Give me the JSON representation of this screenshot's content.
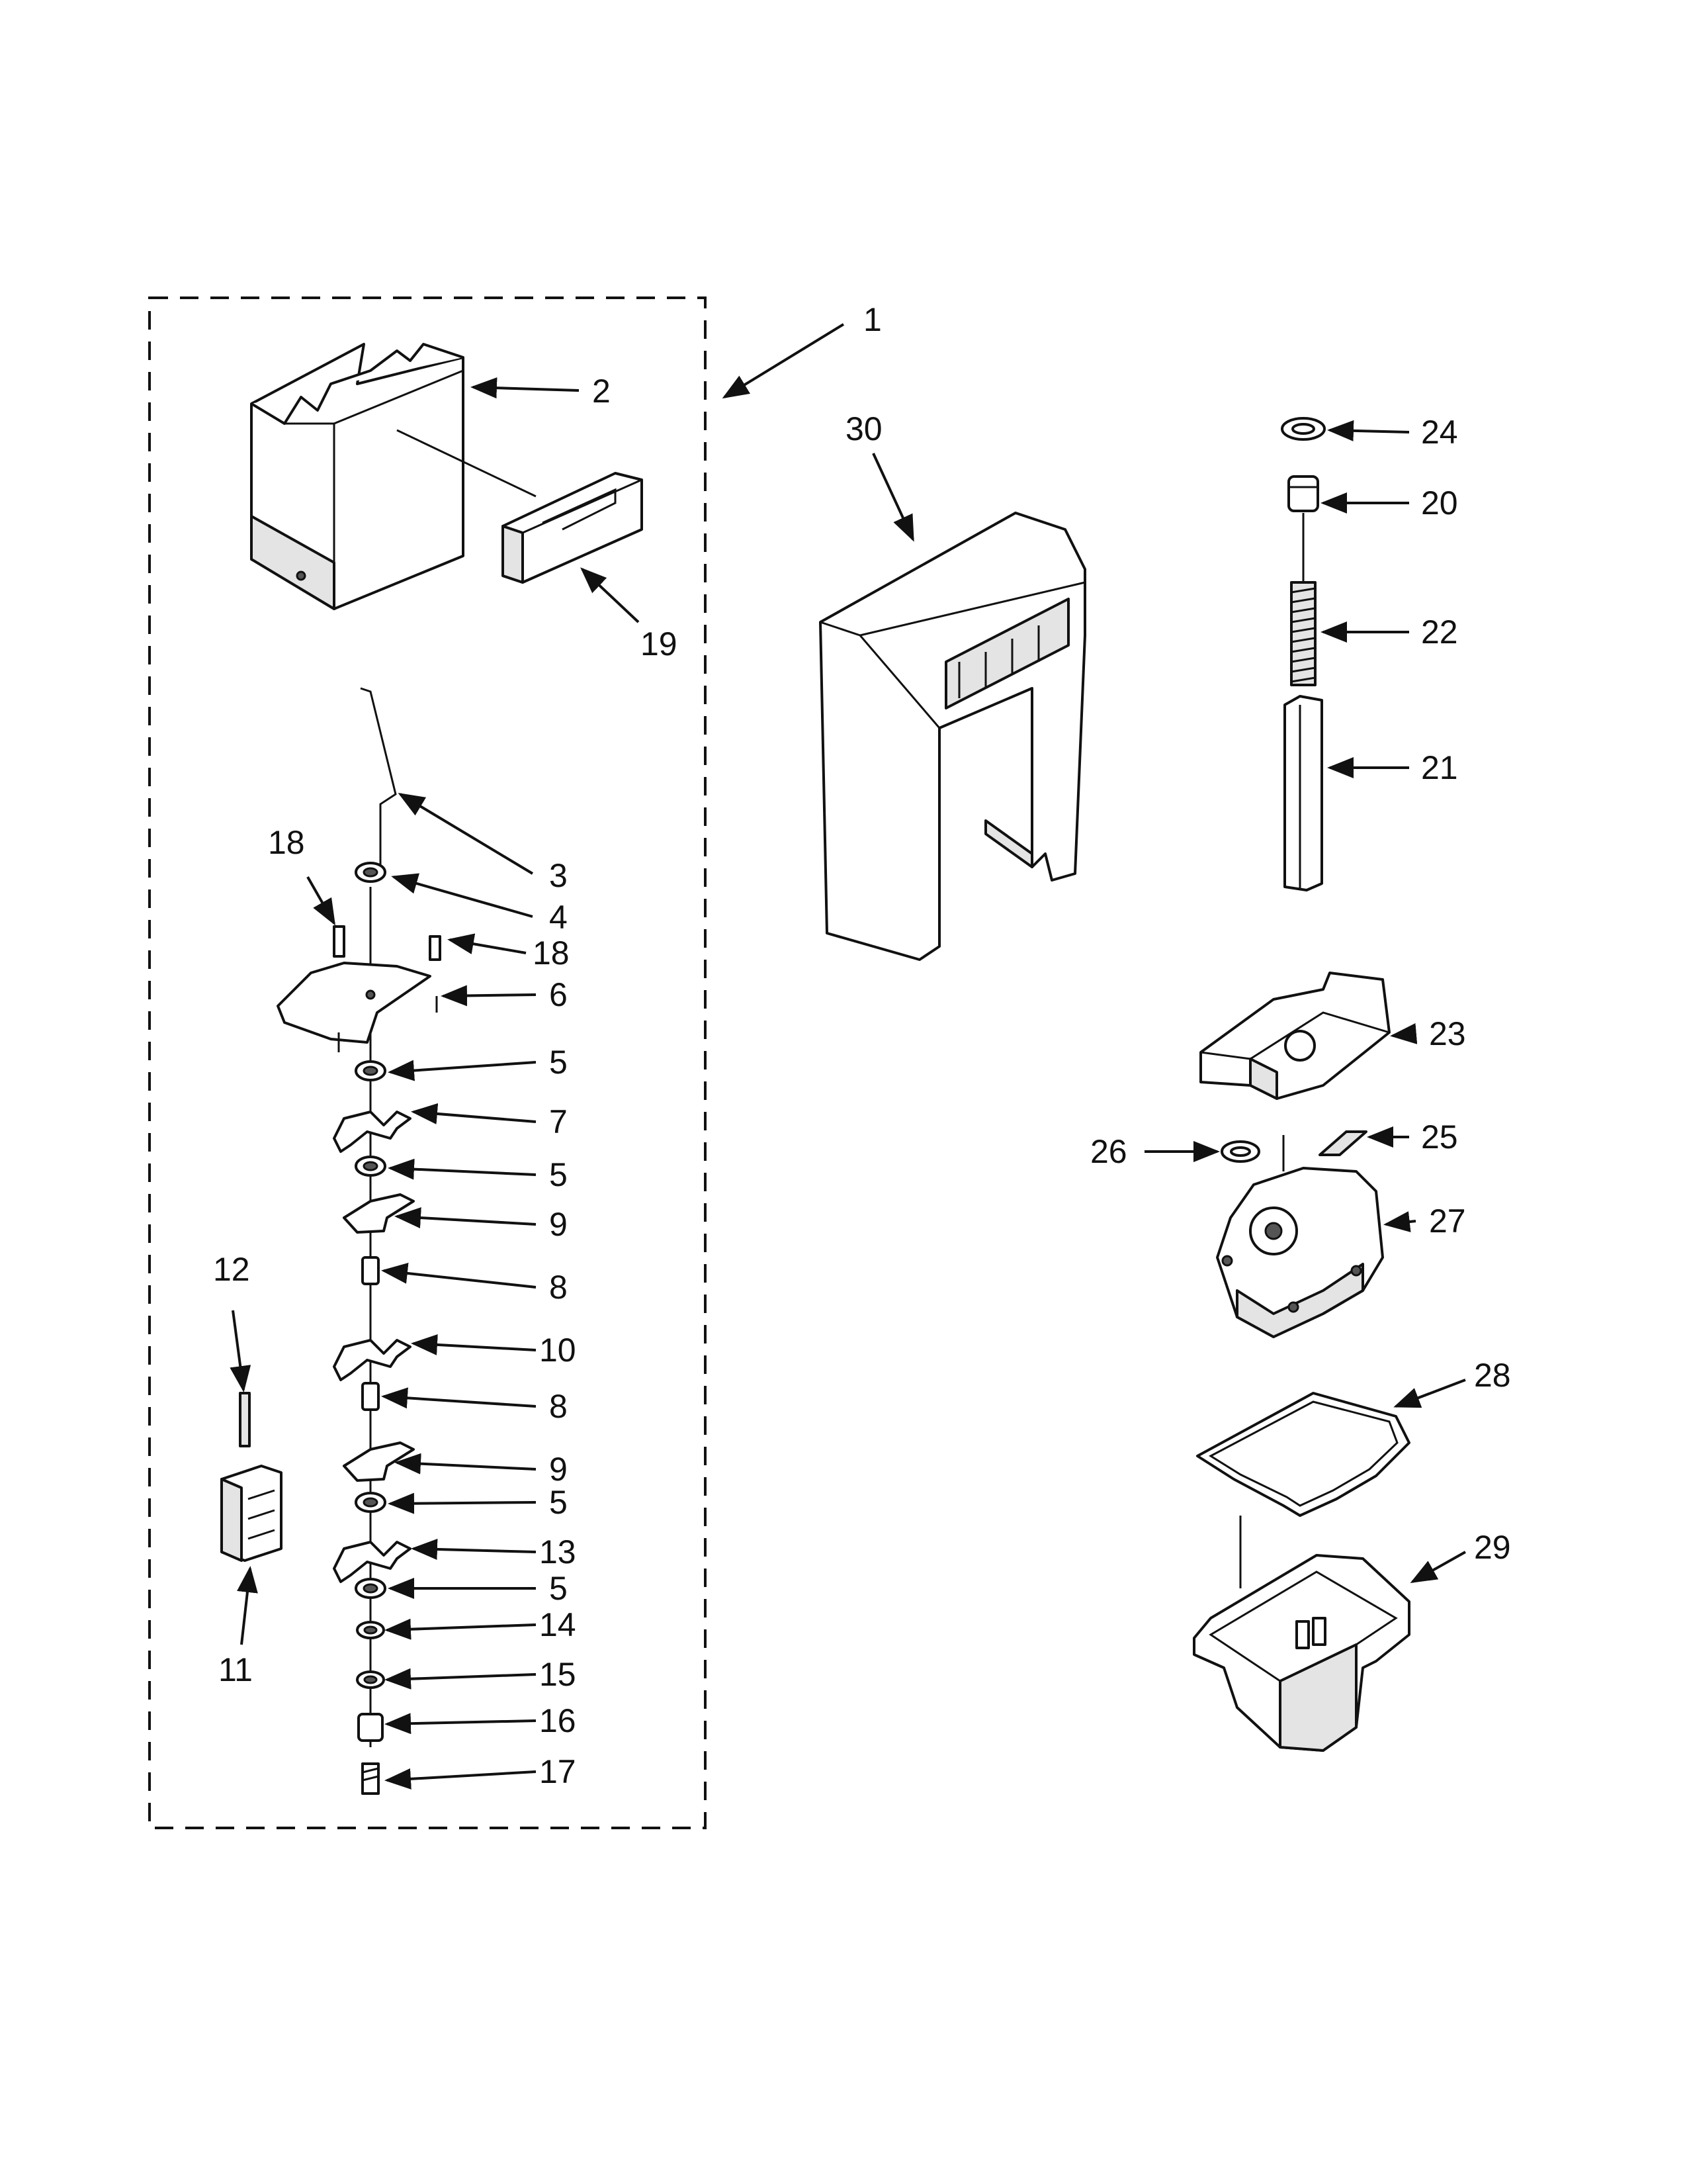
{
  "callouts": [
    {
      "id": "c1",
      "label": "1"
    },
    {
      "id": "c2",
      "label": "2"
    },
    {
      "id": "c3",
      "label": "3"
    },
    {
      "id": "c4",
      "label": "4"
    },
    {
      "id": "c5a",
      "label": "5"
    },
    {
      "id": "c5b",
      "label": "5"
    },
    {
      "id": "c5c",
      "label": "5"
    },
    {
      "id": "c5d",
      "label": "5"
    },
    {
      "id": "c6",
      "label": "6"
    },
    {
      "id": "c7",
      "label": "7"
    },
    {
      "id": "c8a",
      "label": "8"
    },
    {
      "id": "c8b",
      "label": "8"
    },
    {
      "id": "c9a",
      "label": "9"
    },
    {
      "id": "c9b",
      "label": "9"
    },
    {
      "id": "c10",
      "label": "10"
    },
    {
      "id": "c11",
      "label": "11"
    },
    {
      "id": "c12",
      "label": "12"
    },
    {
      "id": "c13",
      "label": "13"
    },
    {
      "id": "c14",
      "label": "14"
    },
    {
      "id": "c15",
      "label": "15"
    },
    {
      "id": "c16",
      "label": "16"
    },
    {
      "id": "c17",
      "label": "17"
    },
    {
      "id": "c18a",
      "label": "18"
    },
    {
      "id": "c18b",
      "label": "18"
    },
    {
      "id": "c19",
      "label": "19"
    },
    {
      "id": "c20",
      "label": "20"
    },
    {
      "id": "c21",
      "label": "21"
    },
    {
      "id": "c22",
      "label": "22"
    },
    {
      "id": "c23",
      "label": "23"
    },
    {
      "id": "c24",
      "label": "24"
    },
    {
      "id": "c25",
      "label": "25"
    },
    {
      "id": "c26",
      "label": "26"
    },
    {
      "id": "c27",
      "label": "27"
    },
    {
      "id": "c28",
      "label": "28"
    },
    {
      "id": "c29",
      "label": "29"
    },
    {
      "id": "c30",
      "label": "30"
    }
  ]
}
